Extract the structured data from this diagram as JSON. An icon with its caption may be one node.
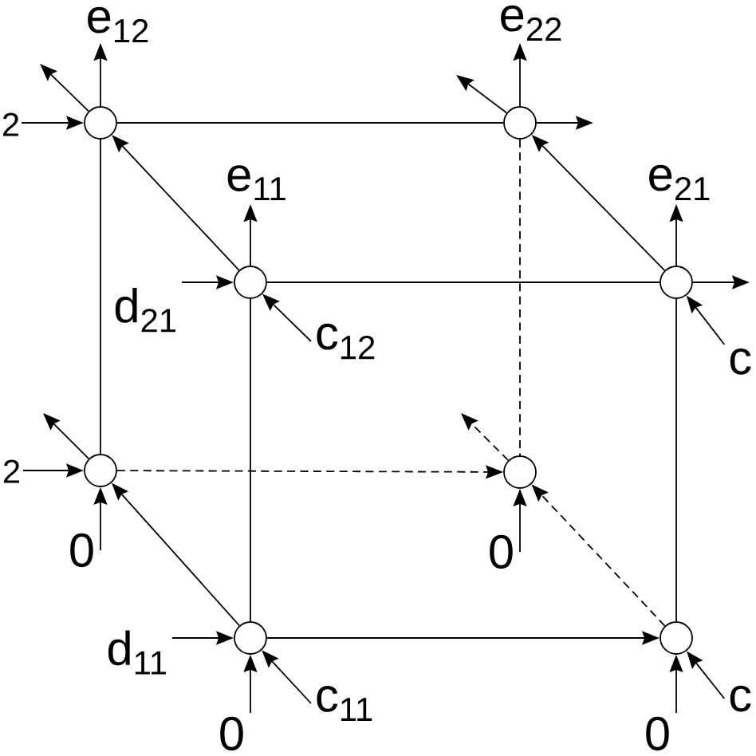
{
  "diagram": {
    "nodes": [
      {
        "text": [],
        "shape": "circle"
      },
      {
        "text": [],
        "shape": "circle"
      },
      {
        "text": [],
        "shape": "circle"
      },
      {
        "text": [],
        "shape": "circle"
      },
      {
        "text": [],
        "shape": "circle"
      },
      {
        "text": [],
        "shape": "circle"
      },
      {
        "text": [],
        "shape": "circle"
      },
      {
        "text": [],
        "shape": "circle"
      },
      {
        "text": [
          "e$_{12}$"
        ]
      },
      {
        "text": [
          "e$_{22}$"
        ]
      },
      {
        "text": [
          "2"
        ]
      },
      {
        "text": [
          "e$_{11}$"
        ]
      },
      {
        "text": [
          "e$_{21}$"
        ]
      },
      {
        "text": [
          "d$_{21}$"
        ]
      },
      {
        "text": [
          "c$_{12}$"
        ]
      },
      {
        "text": [
          "c"
        ]
      },
      {
        "text": [
          "2"
        ]
      },
      {
        "text": [
          "0"
        ]
      },
      {
        "text": [
          "0"
        ]
      },
      {
        "text": [
          "d$_{11}$"
        ]
      },
      {
        "text": [
          "c$_{11}$"
        ]
      },
      {
        "text": [
          "c"
        ]
      },
      {
        "text": [
          "0"
        ]
      },
      {
        "text": [
          "0"
        ]
      }
    ],
    "edges": [
      {
        "from": 0,
        "to": 1,
        "arrow": "none"
      },
      {
        "from": 0,
        "to": 4,
        "arrow": "none"
      },
      {
        "from": 2,
        "to": 0,
        "arrow": "to"
      },
      {
        "from": 1,
        "to": 5,
        "arrow": "none",
        "style": "dashed"
      },
      {
        "from": 3,
        "to": 1,
        "arrow": "to"
      },
      {
        "from": 2,
        "to": 3,
        "arrow": "none"
      },
      {
        "from": 2,
        "to": 6,
        "arrow": "none"
      },
      {
        "from": 3,
        "to": 7,
        "arrow": "none"
      },
      {
        "from": 4,
        "to": 5,
        "arrow": "to",
        "style": "dashed"
      },
      {
        "from": 6,
        "to": 4,
        "arrow": "to"
      },
      {
        "from": 6,
        "to": 7,
        "arrow": "to"
      },
      {
        "from": 7,
        "to": 5,
        "arrow": "to",
        "style": "dashed"
      },
      {
        "from": 0,
        "to": 8,
        "arrow": "to"
      },
      {
        "from": 0,
        "to": null,
        "arrow": "to"
      },
      {
        "from": 10,
        "to": 0,
        "arrow": "to"
      },
      {
        "from": 1,
        "to": 9,
        "arrow": "to"
      },
      {
        "from": 1,
        "to": null,
        "arrow": "to"
      },
      {
        "from": 1,
        "to": null,
        "arrow": "to"
      },
      {
        "from": 2,
        "to": 11,
        "arrow": "to"
      },
      {
        "from": 13,
        "to": 2,
        "arrow": "to"
      },
      {
        "from": 14,
        "to": 2,
        "arrow": "to"
      },
      {
        "from": 3,
        "to": 12,
        "arrow": "to"
      },
      {
        "from": 3,
        "to": null,
        "arrow": "to"
      },
      {
        "from": 15,
        "to": 3,
        "arrow": "to"
      },
      {
        "from": 16,
        "to": 4,
        "arrow": "to"
      },
      {
        "from": 4,
        "to": null,
        "arrow": "to"
      },
      {
        "from": 17,
        "to": 4,
        "arrow": "to"
      },
      {
        "from": 18,
        "to": 5,
        "arrow": "to"
      },
      {
        "from": 5,
        "to": null,
        "arrow": "to",
        "style": "dashed"
      },
      {
        "from": 19,
        "to": 6,
        "arrow": "to"
      },
      {
        "from": 22,
        "to": 6,
        "arrow": "to"
      },
      {
        "from": 20,
        "to": 6,
        "arrow": "to"
      },
      {
        "from": 23,
        "to": 7,
        "arrow": "to"
      },
      {
        "from": 21,
        "to": 7,
        "arrow": "to"
      }
    ]
  }
}
